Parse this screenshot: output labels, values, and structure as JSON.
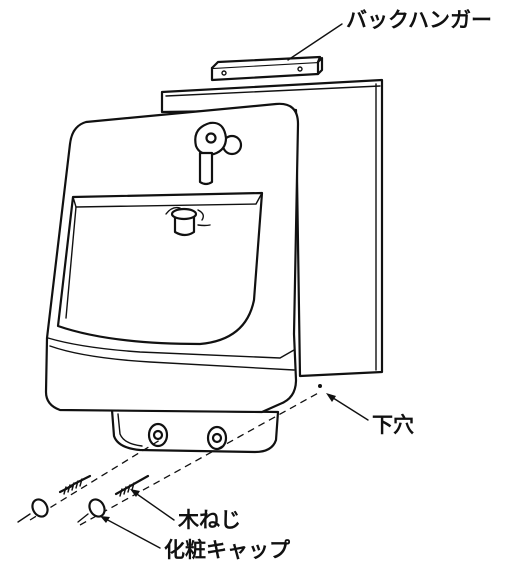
{
  "labels": {
    "back_hanger": "バックハンガー",
    "pilot_hole": "下穴",
    "wood_screw": "木ねじ",
    "decorative_cap": "化粧キャップ"
  },
  "colors": {
    "line": "#111111",
    "background": "#ffffff"
  }
}
